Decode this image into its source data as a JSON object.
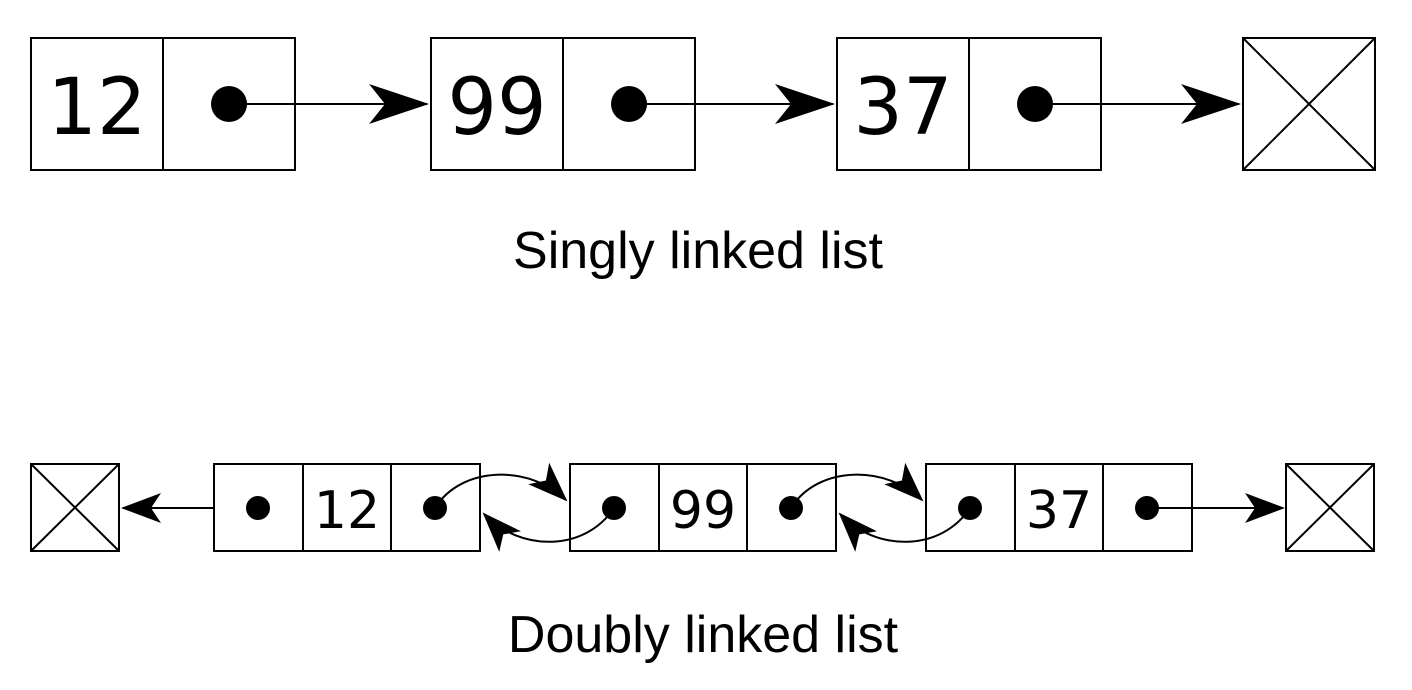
{
  "singly": {
    "caption": "Singly linked list",
    "nodes": [
      {
        "value": "12"
      },
      {
        "value": "99"
      },
      {
        "value": "37"
      }
    ]
  },
  "doubly": {
    "caption": "Doubly linked list",
    "nodes": [
      {
        "value": "12"
      },
      {
        "value": "99"
      },
      {
        "value": "37"
      }
    ]
  },
  "colors": {
    "stroke": "#000000",
    "background": "#ffffff"
  }
}
